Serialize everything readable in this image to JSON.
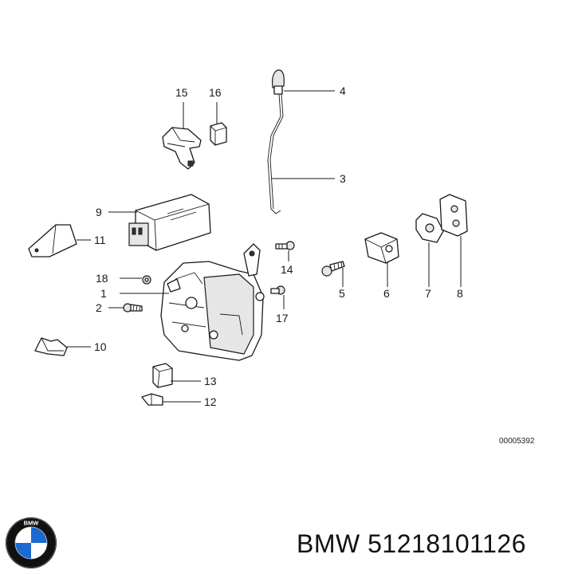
{
  "callouts": {
    "c1": "1",
    "c2": "2",
    "c3": "3",
    "c4": "4",
    "c5": "5",
    "c6": "6",
    "c7": "7",
    "c8": "8",
    "c9": "9",
    "c10": "10",
    "c11": "11",
    "c12": "12",
    "c13": "13",
    "c14": "14",
    "c15": "15",
    "c16": "16",
    "c17": "17",
    "c18": "18"
  },
  "diagram_code": "00005392",
  "brand_part_number": "BMW 51218101126",
  "logo": {
    "name": "bmw-roundel",
    "letters": "BMW",
    "colors": {
      "blue": "#1c69d4",
      "white": "#ffffff",
      "black": "#111111"
    }
  }
}
